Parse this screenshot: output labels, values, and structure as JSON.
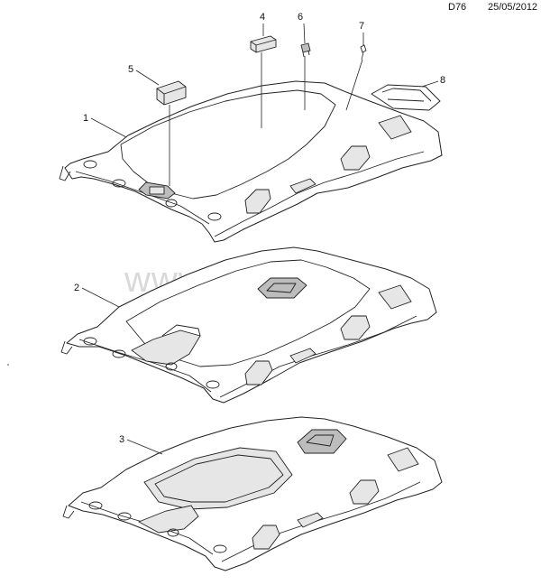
{
  "header": {
    "diagram_code": "D76",
    "date": "25/05/2012"
  },
  "watermark": "www.gmsklad.ru",
  "callouts": [
    "1",
    "2",
    "3",
    "4",
    "5",
    "6",
    "7",
    "8"
  ]
}
